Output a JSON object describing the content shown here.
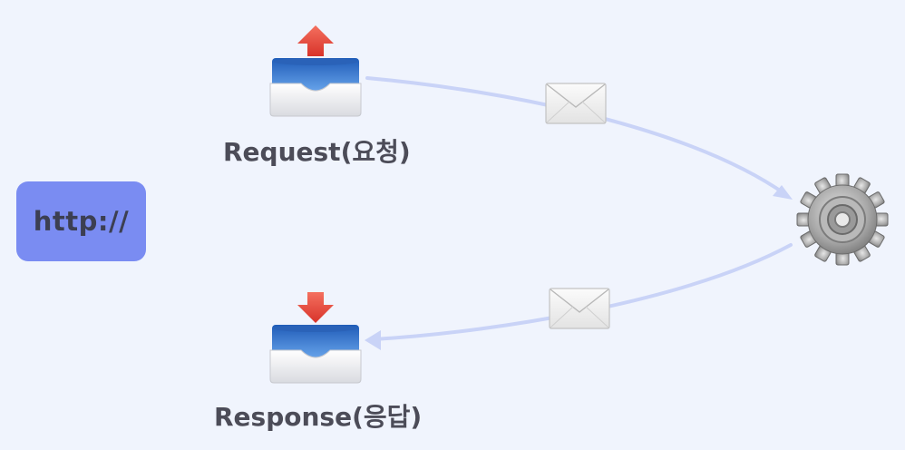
{
  "badge": {
    "text": "http://"
  },
  "request": {
    "label": "Request(요청)",
    "icon": "outbox-tray-icon"
  },
  "response": {
    "label": "Response(응답)",
    "icon": "inbox-tray-icon"
  },
  "server": {
    "icon": "gear-icon"
  },
  "messages": [
    {
      "icon": "envelope-icon"
    },
    {
      "icon": "envelope-icon"
    }
  ],
  "colors": {
    "background": "#f0f4fd",
    "badge": "#7a8cf2",
    "arrow": "#c9d3f7",
    "tray_blue": "#3f7fd6",
    "tray_red": "#e8463a",
    "gear": "#8c8c8c"
  }
}
